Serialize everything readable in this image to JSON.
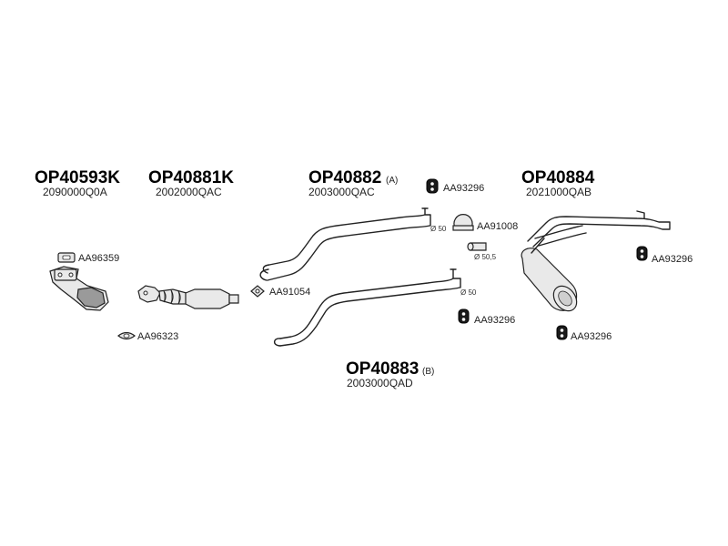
{
  "groups": {
    "op40593k": {
      "part_no": "OP40593K",
      "oem_no": "2090000Q0A"
    },
    "op40881k": {
      "part_no": "OP40881K",
      "oem_no": "2002000QAC"
    },
    "op40882": {
      "part_no": "OP40882",
      "suffix": "(A)",
      "oem_no": "2003000QAC"
    },
    "op40883": {
      "part_no": "OP40883",
      "suffix": "(B)",
      "oem_no": "2003000QAD"
    },
    "op40884": {
      "part_no": "OP40884",
      "oem_no": "2021000QAB"
    }
  },
  "accessories": {
    "gasket_1": "AA96359",
    "gasket_2": "AA96323",
    "gasket_3": "AA91054",
    "clamp_1": "AA91008",
    "hanger_1": "AA93296",
    "hanger_2": "AA93296",
    "hanger_3": "AA93296",
    "hanger_4": "AA93296"
  },
  "dimensions": {
    "pipe_a_end": "Ø 50",
    "clamp_diameter": "Ø 50,5",
    "pipe_b_end": "Ø 50"
  },
  "colors": {
    "line": "#222222",
    "part_fill": "#e9e9e9",
    "rubber": "#1a1a1a"
  }
}
